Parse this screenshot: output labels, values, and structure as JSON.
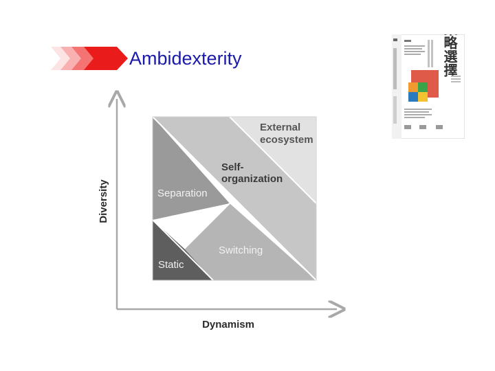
{
  "slide": {
    "title": "Ambidexterity"
  },
  "diagram": {
    "x_axis_label": "Dynamism",
    "y_axis_label": "Diversity",
    "regions": {
      "external": {
        "line1": "External",
        "line2": "ecosystem"
      },
      "self_org": {
        "line1": "Self-",
        "line2": "organization"
      },
      "separation": {
        "label": "Separation"
      },
      "switching": {
        "label": "Switching"
      },
      "static": {
        "label": "Static"
      }
    },
    "colors": {
      "external": "#e2e2e2",
      "self_org": "#c2c2c2",
      "separation": "#999999",
      "switching": "#b3b3b3",
      "static": "#5e5e5e"
    }
  },
  "book": {
    "cover_title": "策略選擇"
  },
  "decoration": {
    "chevron_colors": [
      "#fde0e0",
      "#f8a8a8",
      "#f46a6a",
      "#ea1c1c"
    ]
  }
}
